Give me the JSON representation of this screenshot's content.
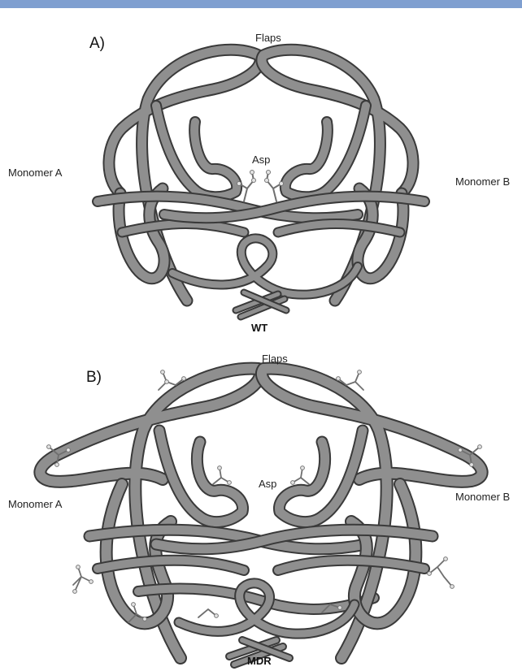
{
  "colors": {
    "header_bar": "#7f9fd0",
    "ribbon_fill": "#8f8f8f",
    "ribbon_edge": "#3a3a3a",
    "side_chain": "#6f6f6f",
    "atom": "#e4e4e4"
  },
  "panel_a": {
    "letter": "A)",
    "flaps": "Flaps",
    "asp": "Asp",
    "monomer_a": "Monomer A",
    "monomer_b": "Monomer B",
    "caption": "WT"
  },
  "panel_b": {
    "letter": "B)",
    "flaps": "Flaps",
    "asp": "Asp",
    "monomer_a": "Monomer A",
    "monomer_b": "Monomer B",
    "caption": "MDR"
  }
}
